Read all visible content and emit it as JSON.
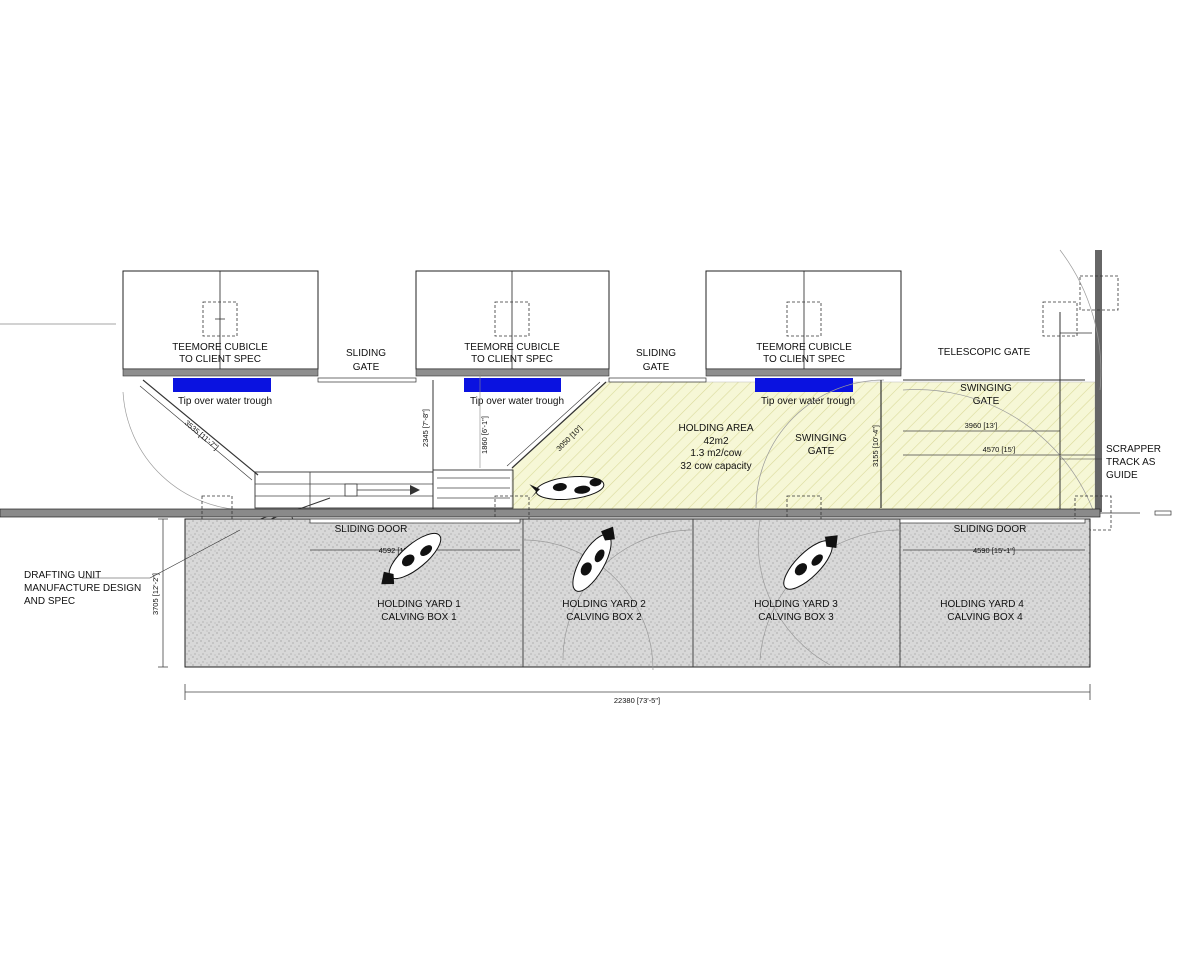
{
  "cubicles": [
    {
      "line1": "TEEMORE CUBICLE",
      "line2": "TO CLIENT SPEC",
      "trough": "Tip over water trough"
    },
    {
      "line1": "TEEMORE CUBICLE",
      "line2": "TO CLIENT SPEC",
      "trough": "Tip over water trough"
    },
    {
      "line1": "TEEMORE CUBICLE",
      "line2": "TO CLIENT SPEC",
      "trough": "Tip over water trough"
    }
  ],
  "sliding_gate": {
    "line1": "SLIDING",
    "line2": "GATE"
  },
  "telescopic_gate": "TELESCOPIC GATE",
  "swinging_gate": {
    "line1": "SWINGING",
    "line2": "GATE"
  },
  "holding_area": {
    "title": "HOLDING  AREA",
    "area": "42m2",
    "density": "1.3 m2/cow",
    "capacity": "32 cow capacity"
  },
  "scrapper": {
    "line1": "SCRAPPER",
    "line2": "TRACK AS",
    "line3": "GUIDE"
  },
  "sliding_door": "SLIDING DOOR",
  "drafting_unit": {
    "line1": "DRAFTING UNIT",
    "line2": "MANUFACTURE DESIGN",
    "line3": "AND SPEC"
  },
  "yards": [
    {
      "line1": "HOLDING YARD 1",
      "line2": "CALVING BOX 1"
    },
    {
      "line1": "HOLDING YARD 2",
      "line2": "CALVING BOX 2"
    },
    {
      "line1": "HOLDING YARD 3",
      "line2": "CALVING BOX 3"
    },
    {
      "line1": "HOLDING YARD 4",
      "line2": "CALVING BOX 4"
    }
  ],
  "dimensions": {
    "overall_length": "22380 [73'-5\"]",
    "overall_depth": "3705 [12'-2\"]",
    "diagonal_1": "3535 [11'-7\"]",
    "gate_2345": "2345 [7'-8\"]",
    "gate_1860": "1860 [6'-1\"]",
    "diagonal_2": "3050 [10']",
    "swing_3155": "3155 [10'-4\"]",
    "span_3960": "3960 [13']",
    "span_4570": "4570 [15']",
    "door_1": "4592 [15']",
    "door_2": "4590 [15'-1\"]"
  },
  "colors": {
    "trough": "#0a12e0",
    "holding_fill": "#f6f7d6",
    "hatch": "#dada9a",
    "concrete": "#d6d6d6"
  }
}
